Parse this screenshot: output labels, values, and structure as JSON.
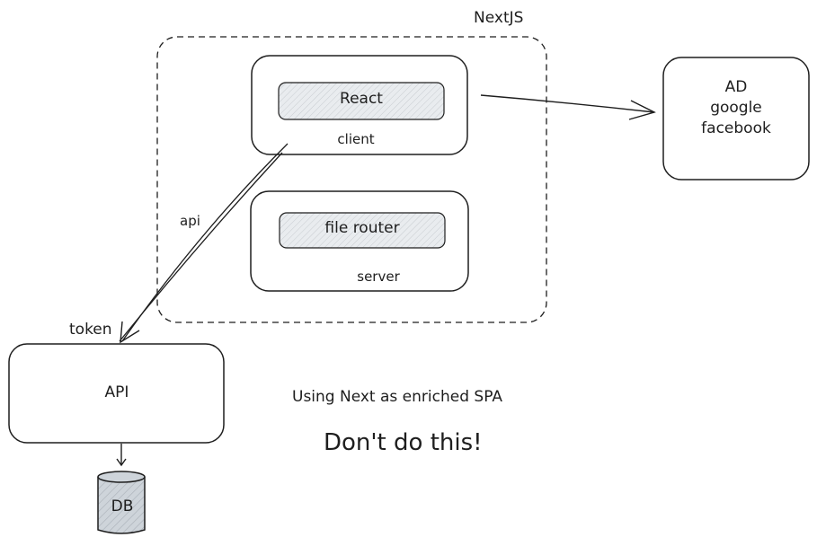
{
  "diagram": {
    "container_label": "NextJS",
    "client": {
      "inner_label": "React",
      "label": "client"
    },
    "server": {
      "inner_label": "file router",
      "label": "server"
    },
    "external": {
      "lines": [
        "AD",
        "google",
        "facebook"
      ]
    },
    "api_box": {
      "label": "API"
    },
    "db": {
      "label": "DB"
    },
    "edge_api": "api",
    "edge_token": "token",
    "caption": "Using Next as enriched SPA",
    "warning": "Don't do this!"
  },
  "colors": {
    "stroke": "#1e1e1e",
    "inner_fill": "#e9ecef",
    "db_fill": "#ced4da"
  }
}
